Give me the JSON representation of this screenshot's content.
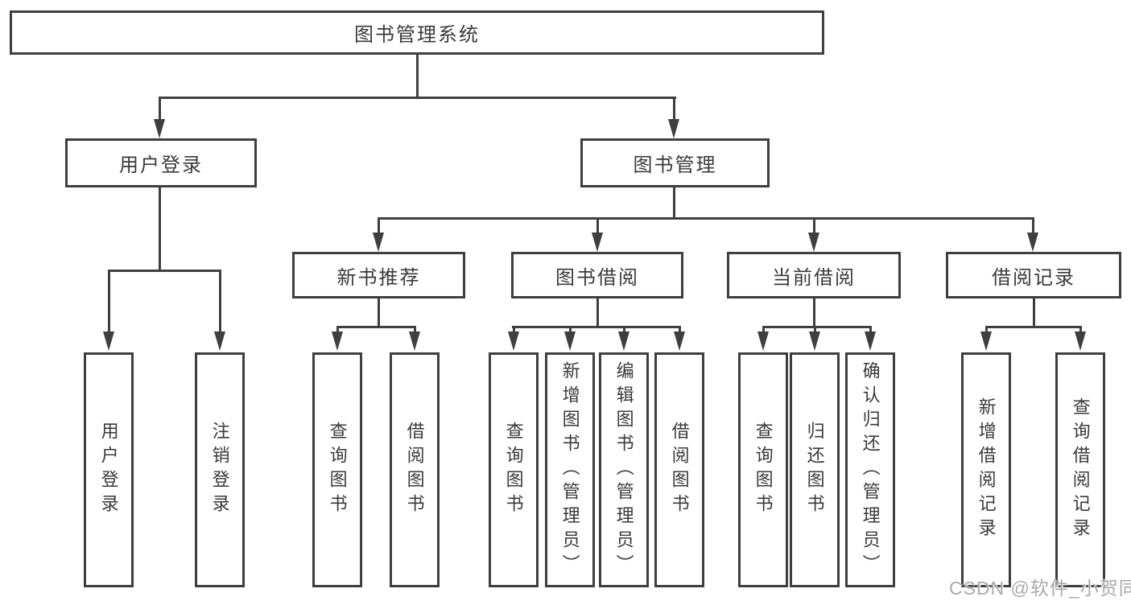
{
  "tree": {
    "label": "图书管理系统",
    "children": [
      {
        "label": "用户登录",
        "children": [
          {
            "label": "用户登录"
          },
          {
            "label": "注销登录"
          }
        ]
      },
      {
        "label": "图书管理",
        "children": [
          {
            "label": "新书推荐",
            "children": [
              {
                "label": "查询图书"
              },
              {
                "label": "借阅图书"
              }
            ]
          },
          {
            "label": "图书借阅",
            "children": [
              {
                "label": "查询图书"
              },
              {
                "label": "新增图书（管理员）"
              },
              {
                "label": "编辑图书（管理员）"
              },
              {
                "label": "借阅图书"
              }
            ]
          },
          {
            "label": "当前借阅",
            "children": [
              {
                "label": "查询图书"
              },
              {
                "label": "归还图书"
              },
              {
                "label": "确认归还（管理员）"
              }
            ]
          },
          {
            "label": "借阅记录",
            "children": [
              {
                "label": "新增借阅记录"
              },
              {
                "label": "查询借阅记录"
              }
            ]
          }
        ]
      }
    ]
  },
  "watermark": {
    "text": "CSDN @软件_小贺同学"
  },
  "colors": {
    "line": "#3f3f3f",
    "text": "#3a3a3a",
    "background": "#ffffff",
    "watermark": "#a9a9a9"
  }
}
